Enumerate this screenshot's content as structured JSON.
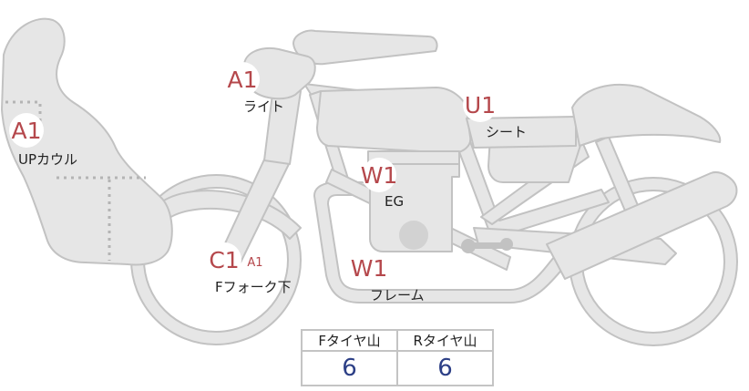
{
  "labels": {
    "upcowl": "UPカウル",
    "light": "ライト",
    "seat": "シート",
    "eg": "EG",
    "ffork": "Fフォーク下",
    "frame": "フレーム"
  },
  "badges": {
    "upcowl": "A1",
    "light": "A1",
    "seat": "U1",
    "eg": "W1",
    "ffork_main": "C1",
    "ffork_small": "A1",
    "frame": "W1"
  },
  "tread_table": {
    "headers": [
      "Fタイヤ山",
      "Rタイヤ山"
    ],
    "values": [
      "6",
      "6"
    ]
  },
  "colors": {
    "body_fill": "#e6e6e6",
    "body_stroke": "#c2c2c2",
    "badge_text": "#b5484c",
    "value_text": "#2c3f86"
  }
}
